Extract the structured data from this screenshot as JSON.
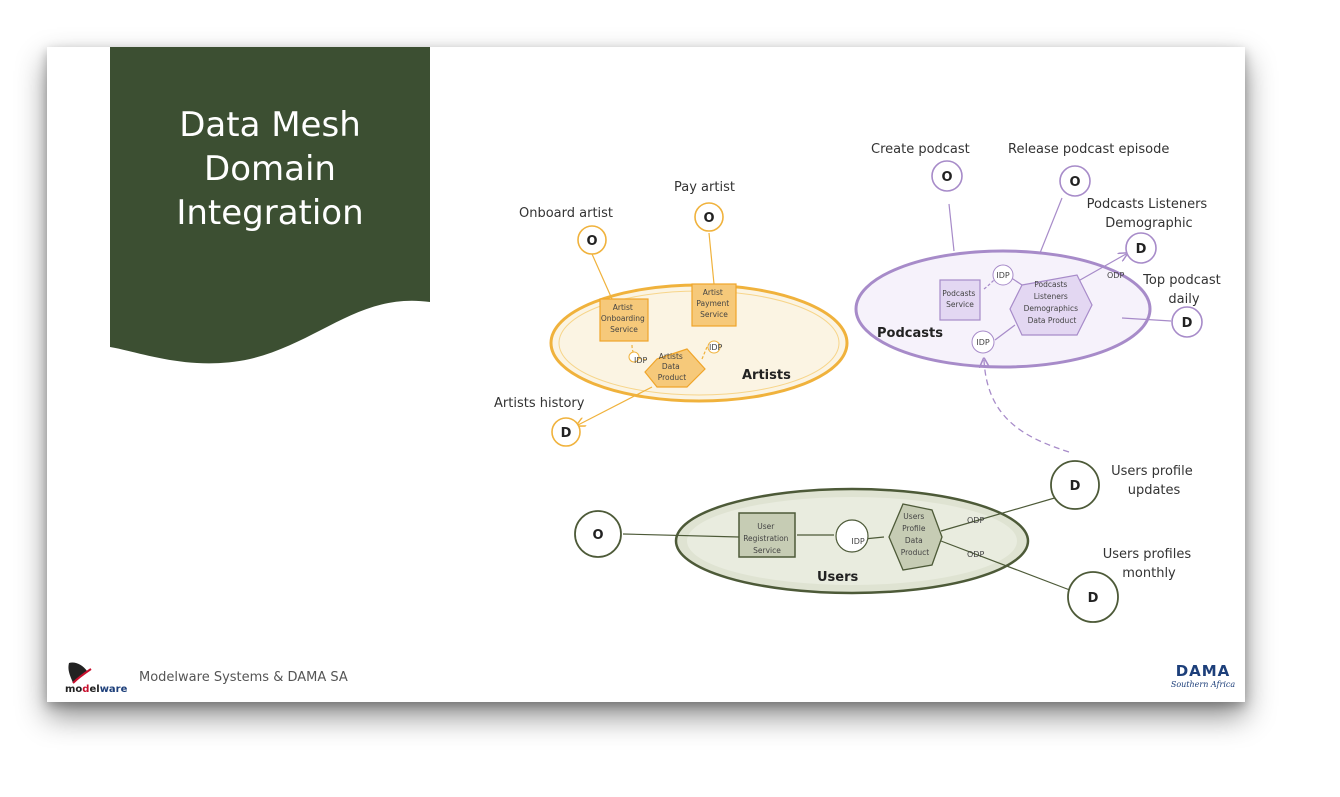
{
  "title_lines": [
    "Data Mesh",
    "Domain",
    "Integration"
  ],
  "colors": {
    "banner": "#3c4f32",
    "artists": "#f0b23c",
    "podcasts": "#a78bc9",
    "users": "#4d5a38"
  },
  "footer": {
    "text": "Modelware Systems & DAMA SA",
    "left_logo": "modelware",
    "right_logo_main": "DAMA",
    "right_logo_sub": "Southern Africa"
  },
  "artists": {
    "domain": "Artists",
    "onboard_label": "Onboard artist",
    "pay_label": "Pay artist",
    "history_label": "Artists history",
    "onboarding_service": [
      "Artist",
      "Onboarding",
      "Service"
    ],
    "payment_service": [
      "Artist",
      "Payment",
      "Service"
    ],
    "data_product": [
      "Artists",
      "Data",
      "Product"
    ],
    "idp1": "IDP",
    "idp2": "IDP",
    "o_letter": "O",
    "o2_letter": "O",
    "d_letter": "D"
  },
  "podcasts": {
    "domain": "Podcasts",
    "create_label": "Create podcast",
    "release_label": "Release podcast episode",
    "demographic_label": [
      "Podcasts Listeners",
      "Demographic"
    ],
    "top_label": [
      "Top podcast",
      "daily"
    ],
    "service": [
      "Podcasts",
      "Service"
    ],
    "data_product": [
      "Podcasts",
      "Listeners",
      "Demographics",
      "Data Product"
    ],
    "idp1": "IDP",
    "idp2": "IDP",
    "odp": "ODP",
    "o1_letter": "O",
    "o2_letter": "O",
    "d1_letter": "D",
    "d2_letter": "D"
  },
  "users": {
    "domain": "Users",
    "updates_label": [
      "Users profile",
      "updates"
    ],
    "monthly_label": [
      "Users profiles",
      "monthly"
    ],
    "service": [
      "User",
      "Registration",
      "Service"
    ],
    "data_product": [
      "Users",
      "Profile",
      "Data",
      "Product"
    ],
    "idp": "IDP",
    "odp1": "ODP",
    "odp2": "ODP",
    "o_letter": "O",
    "d1_letter": "D",
    "d2_letter": "D"
  }
}
